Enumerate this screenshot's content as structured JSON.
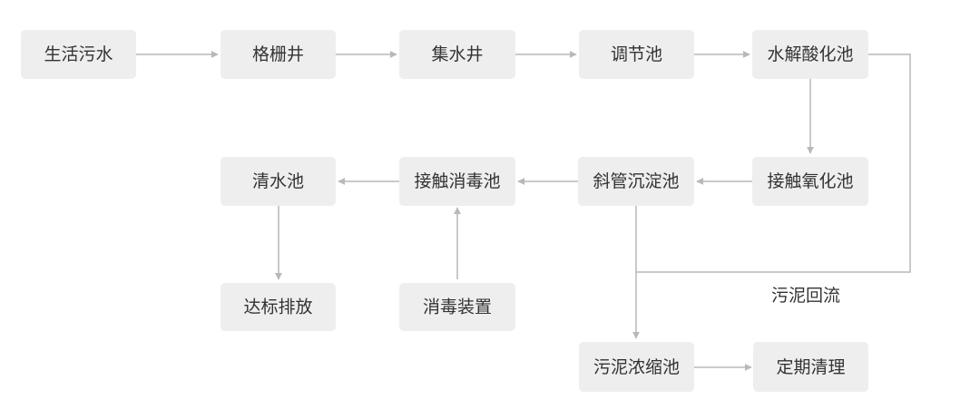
{
  "nodes": {
    "domestic_sewage": "生活污水",
    "grille_well": "格栅井",
    "collection_well": "集水井",
    "regulating_tank": "调节池",
    "hydrolysis_acidification_tank": "水解酸化池",
    "contact_oxidation_tank": "接触氧化池",
    "inclined_tube_settling_tank": "斜管沉淀池",
    "contact_disinfection_tank": "接触消毒池",
    "clear_water_tank": "清水池",
    "compliant_discharge": "达标排放",
    "disinfection_device": "消毒装置",
    "sludge_thickening_tank": "污泥浓缩池",
    "regular_cleaning": "定期清理"
  },
  "labels": {
    "sludge_return": "污泥回流"
  },
  "colors": {
    "node_fill": "#eeeeee",
    "line": "#b8b8b8",
    "text": "#333333"
  }
}
